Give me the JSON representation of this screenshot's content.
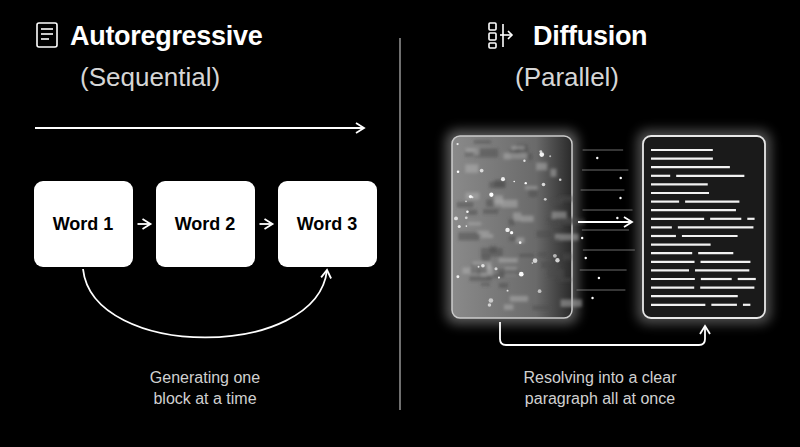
{
  "diagram": {
    "nodes": [
      {
        "text": [
          "Word 1"
        ]
      },
      {
        "text": [
          "Word 2"
        ]
      },
      {
        "text": [
          "Word 3"
        ]
      }
    ],
    "edges": [
      {
        "from": 0,
        "to": 1,
        "arrow": "to"
      },
      {
        "from": 1,
        "to": 2,
        "arrow": "to"
      },
      {
        "from": 0,
        "to": 2,
        "arrow": "to"
      }
    ],
    "labels": [
      "Autoregressive",
      "(Sequential)",
      "Diffusion",
      "(Parallel)",
      "Generating one block at a time",
      "Resolving into a clear paragraph all at once"
    ]
  }
}
